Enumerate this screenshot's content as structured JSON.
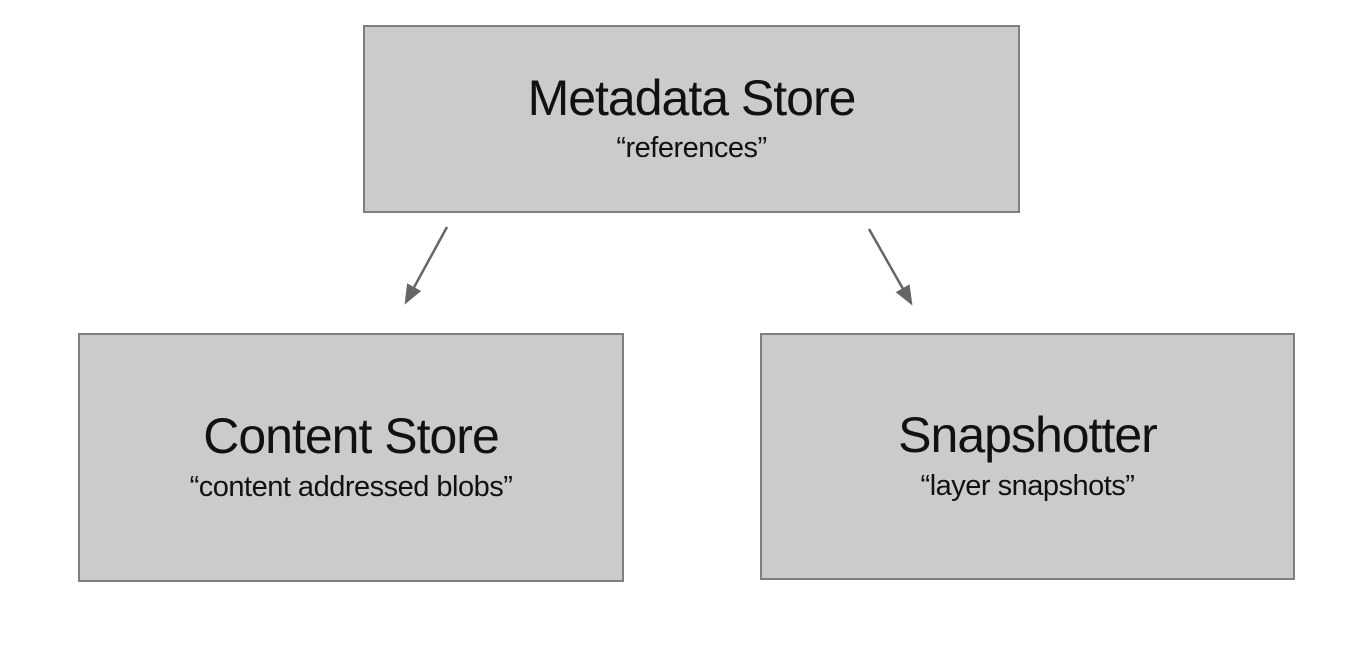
{
  "diagram": {
    "nodes": [
      {
        "id": "metadata-store",
        "title": "Metadata Store",
        "subtitle": "“references”"
      },
      {
        "id": "content-store",
        "title": "Content Store",
        "subtitle": "“content addressed blobs”"
      },
      {
        "id": "snapshotter",
        "title": "Snapshotter",
        "subtitle": "“layer snapshots”"
      }
    ],
    "edges": [
      {
        "from": "metadata-store",
        "to": "content-store",
        "style": "arrow"
      },
      {
        "from": "metadata-store",
        "to": "snapshotter",
        "style": "arrow"
      }
    ],
    "colors": {
      "background": "#ffffff",
      "node_fill": "#cbcbcb",
      "node_border": "#7f7f7f",
      "arrow": "#666666",
      "text": "#111111"
    }
  }
}
